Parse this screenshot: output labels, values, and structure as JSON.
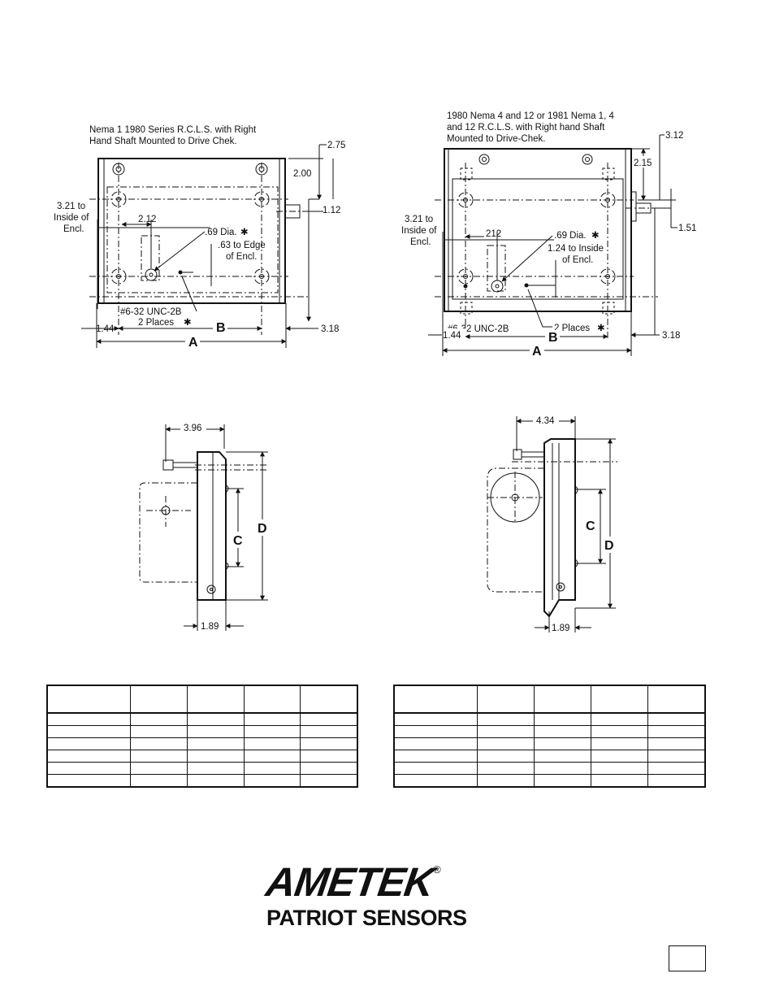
{
  "diagram_left": {
    "caption_line1": "Nema 1 1980 Series R.C.L.S. with Right",
    "caption_line2": "Hand Shaft Mounted to Drive Chek.",
    "dim_275": "2.75",
    "dim_200": "2.00",
    "dim_112": "1.12",
    "dim_321_line1": "3.21 to",
    "dim_321_line2": "Inside of",
    "dim_321_line3": "Encl.",
    "dim_212": "2.12",
    "dia_note": ".69 Dia.",
    "asterisk": "✱",
    "edge_note_line1": ".63 to Edge",
    "edge_note_line2": "of Encl.",
    "screw_line1": "#6-32 UNC-2B",
    "screw_line2": "2 Places",
    "dim_144": "1.44",
    "label_b": "B",
    "dim_318": "3.18",
    "label_a": "A"
  },
  "diagram_right": {
    "caption_line1": "1980 Nema 4 and 12 or 1981 Nema 1, 4",
    "caption_line2": "and 12 R.C.L.S. with Right hand Shaft",
    "caption_line3": "Mounted to Drive-Chek.",
    "dim_312": "3.12",
    "dim_215": "2.15",
    "dim_151": "1.51",
    "dim_321_line1": "3.21 to",
    "dim_321_line2": "Inside of",
    "dim_321_line3": "Encl.",
    "dim_212": "212",
    "dia_note": ".69 Dia.",
    "asterisk": "✱",
    "inside_note_line1": "1.24 to Inside",
    "inside_note_line2": "of Encl.",
    "screw_line1": "#6-32 UNC-2B",
    "screw_line2": "2 Places",
    "dim_144": "1.44",
    "label_b": "B",
    "dim_318": "3.18",
    "label_a": "A"
  },
  "side_left": {
    "dim_top": "3.96",
    "label_c": "C",
    "label_d": "D",
    "dim_bottom": "1.89"
  },
  "side_right": {
    "dim_top": "4.34",
    "label_c": "C",
    "label_d": "D",
    "dim_bottom": "1.89"
  },
  "table_left": {
    "columns": 5,
    "rows": 7
  },
  "table_right": {
    "columns": 5,
    "rows": 7
  },
  "logo": {
    "brand": "AMETEK",
    "registered": "®",
    "division": "PATRIOT SENSORS"
  }
}
